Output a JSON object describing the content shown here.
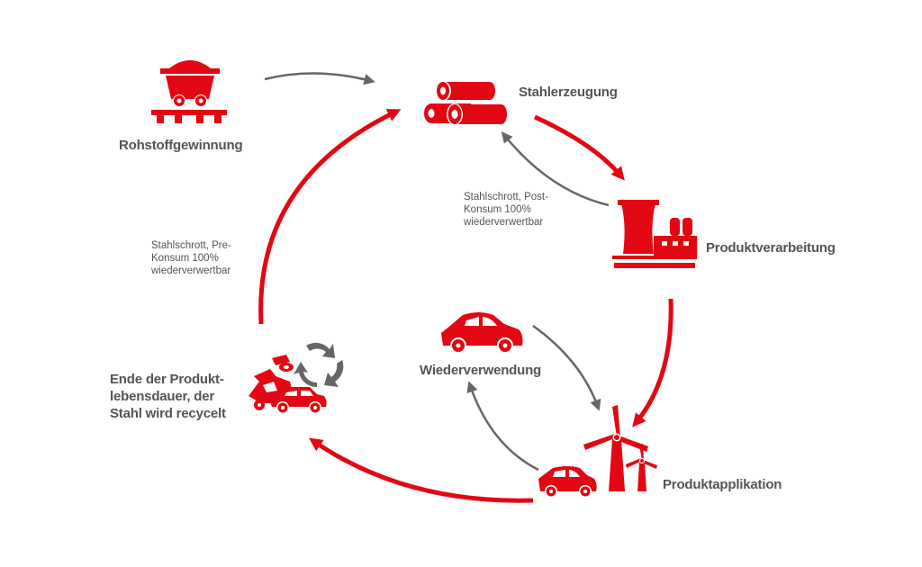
{
  "colors": {
    "accent": "#e30613",
    "arrow_grey": "#666666",
    "text": "#545454"
  },
  "nodes": {
    "raw": {
      "label": "Rohstoffgewinnung",
      "icon": "mine-cart-icon"
    },
    "production": {
      "label": "Stahlerzeugung",
      "icon": "steel-pipes-icon"
    },
    "processing": {
      "label": "Produktverarbeitung",
      "icon": "factory-icon"
    },
    "application": {
      "label": "Produktapplikation",
      "icon": "wind-turbine-car-icon"
    },
    "reuse": {
      "label": "Wiederverwendung",
      "icon": "car-icon"
    },
    "eol": {
      "label": "Ende der Produkt-lebensdauer, der Stahl wird recycelt",
      "icon": "scrap-recycling-icon"
    }
  },
  "notes": {
    "post_consumer": "Stahlschrott, Post-Konsum 100% wiederverwertbar",
    "pre_consumer": "Stahlschrott, Pre-Konsum 100% wiederverwertbar"
  }
}
